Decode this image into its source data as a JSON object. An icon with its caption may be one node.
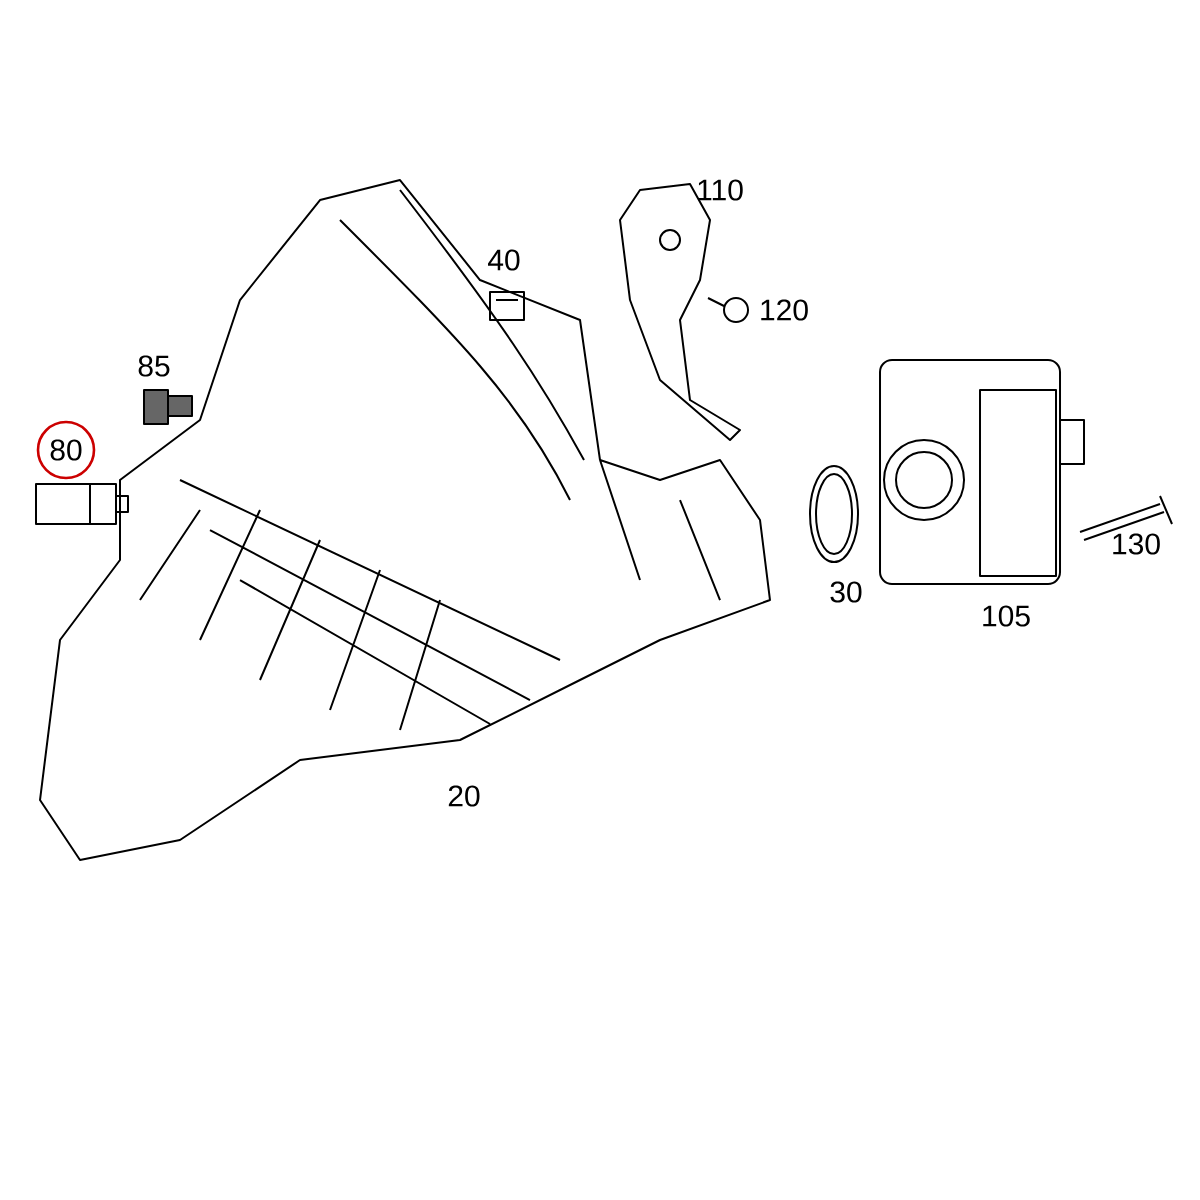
{
  "diagram": {
    "labels": [
      "110",
      "40",
      "120",
      "85",
      "80",
      "130",
      "30",
      "105",
      "20"
    ]
  }
}
